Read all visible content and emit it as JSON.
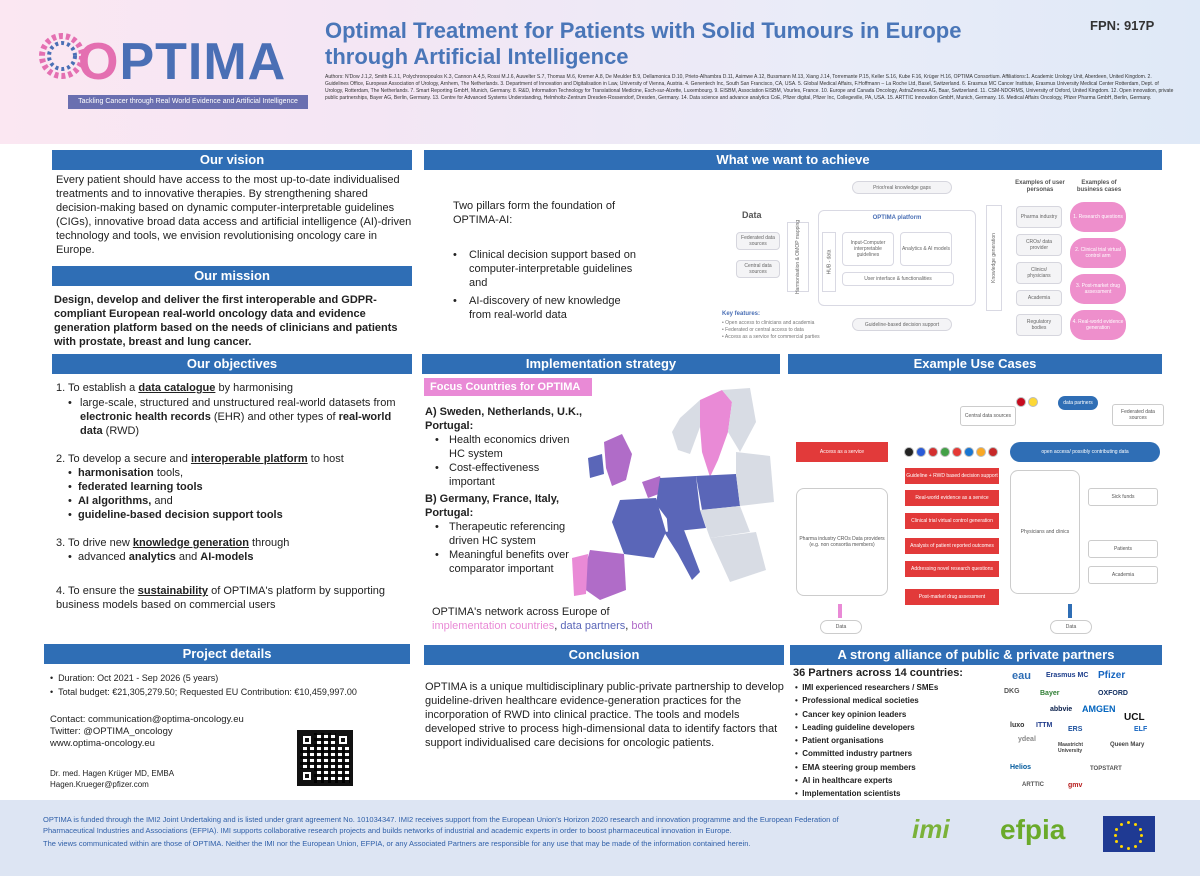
{
  "header": {
    "logo_prefix": "O",
    "logo_rest": "PTIMA",
    "tagline": "Tackling Cancer through Real World Evidence and Artificial Intelligence",
    "title_line1": "Optimal Treatment for Patients with Solid Tumours in Europe",
    "title_line2": "through Artificial Intelligence",
    "fpn": "FPN: 917P",
    "authors": "Authors: N'Dow J.1,2, Smith E.J.1, Polychronopoulos K.3, Cannon A.4,5, Rossi M.J.6, Auwelter S.7, Thomas M.6, Kremer A.8, De Meulder B.9, Dellamonica D.10, Prieto-Alhambra D.11, Asimwe A.12, Bussmann M.13, Xiang J.14, Torremante P.15, Keller S.16, Kube F.16, Krüger H.16, OPTIMA Consortium. Affiliations:1. Academic Urology Unit, Aberdeen, United Kingdom. 2. Guidelines Office, European Association of Urology, Arnhem, The Netherlands. 3. Department of Innovation and Digitalisation in Law, University of Vienna, Austria. 4. Genentech Inc, South San Francisco, CA, USA. 5. Global Medical Affairs, F.Hoffmann – La Roche Ltd, Basel, Switzerland. 6. Erasmus MC Cancer Institute, Erasmus University Medical Center Rotterdam, Dept. of Urology, Rotterdam, The Netherlands. 7. Smart Reporting GmbH, Munich, Germany. 8. R&D, Information Technology for Translational Medicine, Esch-sur-Alzette, Luxembourg. 9. EISBM, Association EISBM, Vourles, France. 10. Europe and Canada Oncology, AstraZeneca AG, Baar, Switzerland. 11. CSM-NDORMS, University of Oxford, United Kingdom. 12. Open innovation, private public partnerships, Bayer AG, Berlin, Germany. 13. Centre for Advanced Systems Understanding, Helmholtz-Zentrum Dresden-Rossendorf, Dresden, Germany. 14. Data science and advance analytics CoE, Pfizer digital, Pfizer Inc, Collegeville, PA, USA. 15. ARTTIC Innovation GmbH, Munich, Germany. 16. Medical Affairs Oncology, Pfizer Pharma GmbH, Berlin, Germany."
  },
  "vision": {
    "heading": "Our vision",
    "text": "Every patient should have access to the most up-to-date individualised treatments and to innovative therapies. By strengthening shared decision-making based on dynamic computer-interpretable guidelines (CIGs), innovative broad data access and artificial intelligence (AI)-driven technology and tools, we envision revolutionising oncology care in Europe."
  },
  "mission": {
    "heading": "Our mission",
    "text": "Design, develop and deliver the first interoperable and GDPR-compliant European real-world oncology data and evidence generation platform based on the needs of clinicians and patients with prostate, breast and lung cancer."
  },
  "achieve": {
    "heading": "What we want to achieve",
    "intro": "Two pillars form the foundation of OPTIMA-AI:",
    "pillars": [
      "Clinical decision support based on computer-interpretable guidelines and",
      "AI-discovery of new knowledge from real-world data"
    ],
    "diagram": {
      "data_label": "Data",
      "prior_knowledge": "Prior/real knowledge gaps",
      "platform": "OPTIMA platform",
      "harmonisation": "Harmonisation & OMOP mapping",
      "federated": "Federated data sources",
      "central": "Central data sources",
      "hub": "HUB - data",
      "input": "Input-Computer interpretable guidelines",
      "analytics": "Analytics & AI models",
      "ui": "User interface & functionalities",
      "knowledge_gen": "Knowledge generation",
      "guideline_ds": "Guideline-based decision support",
      "personas_header": "Examples of user personas",
      "cases_header": "Examples of business cases",
      "personas": [
        "Pharma industry",
        "CROs/ data provider",
        "Clinics/ physicians",
        "Academia",
        "Regulatory bodies"
      ],
      "cases": [
        "1. Research questions",
        "2. Clinical trial virtual control arm",
        "3. Post-market drug assessment",
        "4. Real-world evidence generation"
      ],
      "key_features_title": "Key features:",
      "key_features": [
        "Open access to clinicians and academia",
        "Federated or central access to data",
        "Access as a service for commercial parties"
      ]
    }
  },
  "objectives": {
    "heading": "Our objectives",
    "o1": "1. To establish a ",
    "o1_u": "data catalogue",
    "o1_rest": " by harmonising",
    "o1_b1": "large-scale, structured and unstructured real-world datasets from ",
    "o1_b1_bold": "electronic health records",
    "o1_b1_rest": " (EHR) and other types of ",
    "o1_b1_bold2": "real-world data",
    "o1_b1_rest2": " (RWD)",
    "o2": "2. To develop a secure and ",
    "o2_u": "interoperable platform",
    "o2_rest": " to host",
    "o2_items": [
      "harmonisation tools,",
      "federated learning tools",
      "AI algorithms, and",
      "guideline-based decision support tools"
    ],
    "o2_item_bold": [
      "harmonisation",
      "federated learning tools",
      "AI algorithms,",
      "guideline-based decision support tools"
    ],
    "o3": "3. To drive new ",
    "o3_u": "knowledge generation",
    "o3_rest": " through",
    "o3_b1_pre": "advanced ",
    "o3_b1_bold1": "analytics",
    "o3_b1_mid": " and ",
    "o3_b1_bold2": "AI-models",
    "o4": "4. To ensure the ",
    "o4_u": "sustainability",
    "o4_rest": " of OPTIMA's platform by supporting business models based on commercial users"
  },
  "implementation": {
    "heading": "Implementation strategy",
    "focus_label": "Focus Countries for OPTIMA",
    "group_a": "A) Sweden, Netherlands, U.K., Portugal:",
    "group_a_items": [
      "Health economics driven HC system",
      "Cost-effectiveness important"
    ],
    "group_b": "B) Germany, France, Italy, Portugal:",
    "group_b_items": [
      "Therapeutic referencing driven HC system",
      "Meaningful benefits over comparator important"
    ],
    "network_line": "OPTIMA's network across Europe of",
    "legend_impl": "implementation countries",
    "legend_sep": ", ",
    "legend_data": "data partners",
    "legend_sep2": ", ",
    "legend_both": "both",
    "colors": {
      "impl": "#e98ad6",
      "data": "#5a66b8",
      "both": "#b06cc8"
    }
  },
  "usecases": {
    "heading": "Example Use Cases",
    "central": "Central data sources",
    "federated": "Federated data sources",
    "data_partners": "data partners",
    "access_service": "Access as a service",
    "open_access": "open access/ possibly contributing data",
    "pharma": "Pharma industry CROs Data providers (e.g. non consortia members)",
    "services": [
      "Guideline + RWD based decision support",
      "Real-world evidence as a service",
      "Clinical trial virtual control generation",
      "Analysis of patient reported outcomes",
      "Addressing novel research questions",
      "Post-market drug assessment"
    ],
    "physicians": "Physicians and clinics",
    "sick_funds": "Sick funds",
    "patients": "Patients",
    "academia": "Academia",
    "data_left": "Data",
    "data_right": "Data"
  },
  "project": {
    "heading": "Project details",
    "duration": "Duration: Oct 2021 - Sep 2026 (5 years)",
    "budget": "Total budget: €21,305,279.50; Requested EU Contribution: €10,459,997.00",
    "contact": "Contact: communication@optima-oncology.eu",
    "twitter": "Twitter: @OPTIMA_oncology",
    "web": "www.optima-oncology.eu",
    "person": "Dr. med. Hagen Krüger MD, EMBA",
    "email": "Hagen.Krueger@pfizer.com"
  },
  "conclusion": {
    "heading": "Conclusion",
    "text": "OPTIMA is a unique multidisciplinary public-private partnership to develop guideline-driven healthcare evidence-generation practices for the incorporation of RWD into clinical practice. The tools and models developed strive to process high-dimensional data to identify factors that support individualised care decisions for oncologic patients."
  },
  "alliance": {
    "heading": "A strong alliance of public & private partners",
    "subtitle": "36 Partners across 14 countries:",
    "items": [
      "IMI experienced researchers / SMEs",
      "Professional medical societies",
      "Cancer key opinion leaders",
      "Leading guideline developers",
      "Patient organisations",
      "Committed industry partners",
      "EMA steering group members",
      "AI in healthcare experts",
      "Implementation scientists"
    ],
    "logos": [
      "eau",
      "Erasmus MC",
      "Pfizer",
      "DKG",
      "Bayer",
      "OXFORD",
      "ELF",
      "abbvie",
      "AMGEN",
      "luxo",
      "ydeal",
      "ERS",
      "UCL",
      "ITTM",
      "Maastricht University",
      "Queen Mary",
      "Helios",
      "TOPSTART",
      "ARTTIC",
      "gmv"
    ]
  },
  "footer": {
    "line1": "OPTIMA is funded through the IMI2 Joint Undertaking and is listed under grant agreement No. 101034347. IMI2 receives support from the European Union's Horizon 2020 research and innovation programme and the European Federation of Pharmaceutical Industries and Associations (EFPIA). IMI supports collaborative research projects and builds networks of industrial and academic experts in order to boost pharmaceutical innovation in Europe.",
    "line2": "The views communicated within are those of OPTIMA. Neither the IMI nor the European Union, EFPIA, or any Associated Partners are responsible for any use that may be made of the information contained herein.",
    "imi": "imi",
    "efpia": "efpia"
  }
}
